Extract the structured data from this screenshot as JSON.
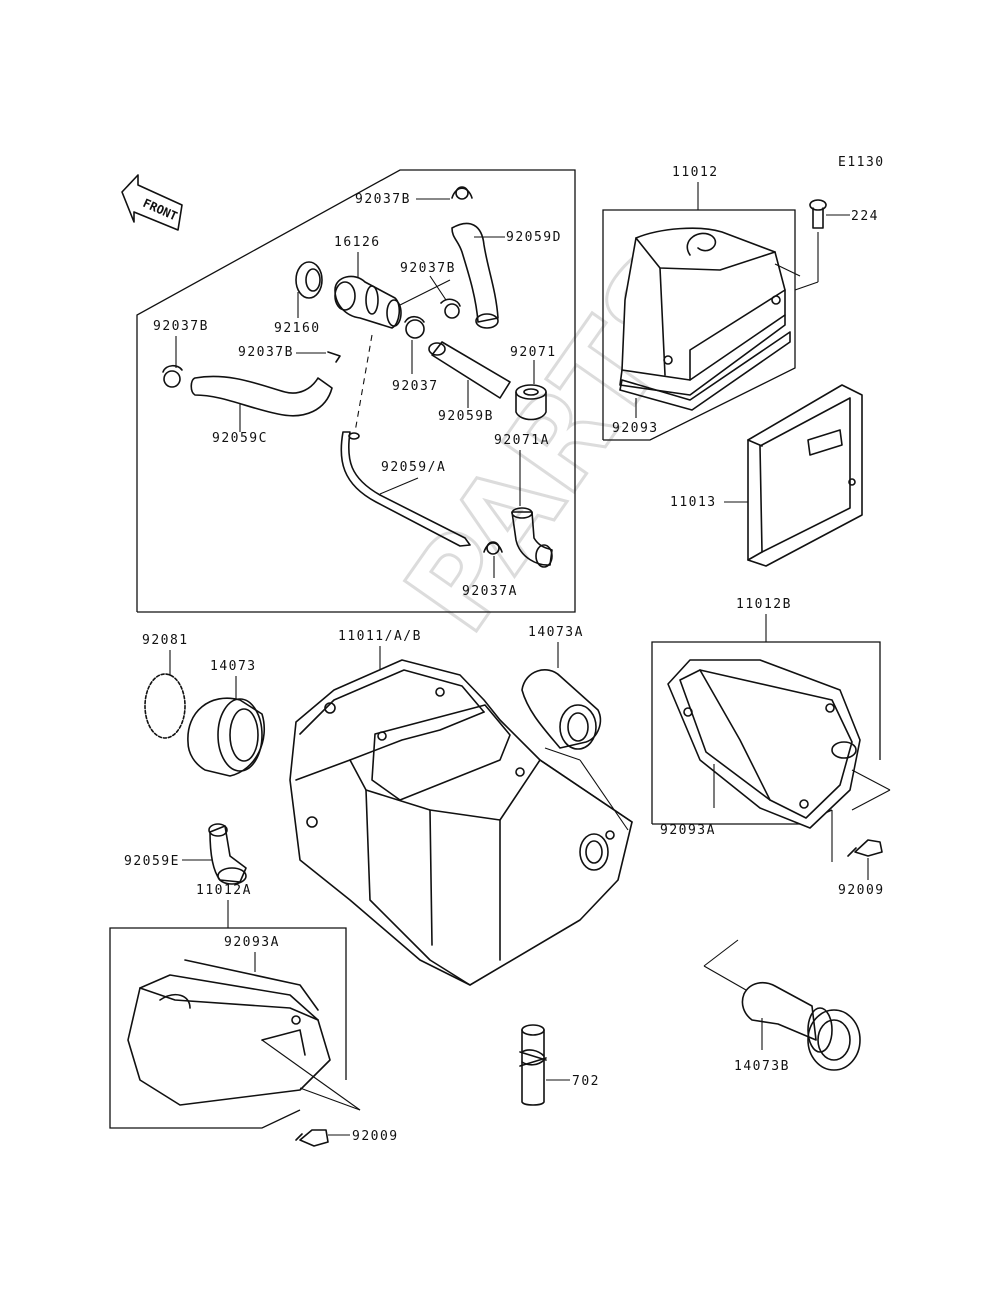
{
  "diagram": {
    "code": "E1130",
    "front": "FRONT",
    "watermark": "PARTS",
    "labels": {
      "p92037B_top": "92037B",
      "p92059D": "92059D",
      "p16126": "16126",
      "p92037B_mid": "92037B",
      "p92037B_left": "92037B",
      "p92160": "92160",
      "p92037B_small": "92037B",
      "p92071": "92071",
      "p92037": "92037",
      "p92059B": "92059B",
      "p92059C": "92059C",
      "p92059A": "92059/A",
      "p92071A": "92071A",
      "p92037A": "92037A",
      "p11012": "11012",
      "p224": "224",
      "p92093": "92093",
      "p11013": "11013",
      "p11012B": "11012B",
      "p92093A_right": "92093A",
      "p92009_right": "92009",
      "p92081": "92081",
      "p14073": "14073",
      "p11011": "11011/A/B",
      "p14073A": "14073A",
      "p92059E": "92059E",
      "p11012A": "11012A",
      "p92093A_left": "92093A",
      "p92009_left": "92009",
      "p702": "702",
      "p14073B": "14073B"
    }
  }
}
